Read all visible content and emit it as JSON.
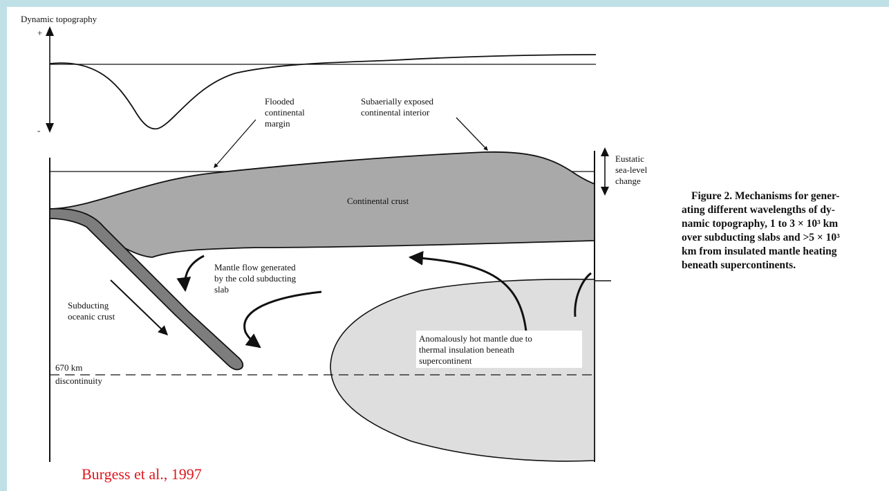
{
  "top_panel": {
    "title": "Dynamic topography",
    "plus_sign": "+",
    "minus_sign": "-"
  },
  "labels": {
    "flooded": [
      "Flooded",
      "continental",
      "margin"
    ],
    "exposed": [
      "Subaerially exposed",
      "continental interior"
    ],
    "eustatic": [
      "Eustatic",
      "sea-level",
      "change"
    ],
    "continental_crust": "Continental crust",
    "mantle_flow": [
      "Mantle flow generated",
      "by the cold subducting",
      "slab"
    ],
    "subducting": [
      "Subducting",
      "oceanic crust"
    ],
    "hot_mantle": [
      "Anomalously hot mantle due to",
      "thermal insulation beneath",
      "supercontinent"
    ],
    "discontinuity": [
      "670 km",
      "discontinuity"
    ]
  },
  "caption": [
    "Figure 2. Mechanisms for gener-",
    "ating different wavelengths of dy-",
    "namic topography, 1 to 3 × 10³ km",
    "over subducting slabs and >5 × 10³",
    "km from insulated mantle heating",
    "beneath supercontinents."
  ],
  "citation": "Burgess et al., 1997",
  "colors": {
    "background_frame": "#bfe0e6",
    "crust_fill": "#a9a9a9",
    "slab_fill": "#7d7d7d",
    "hot_mantle_fill": "#dedede",
    "citation": "#e0161c"
  }
}
